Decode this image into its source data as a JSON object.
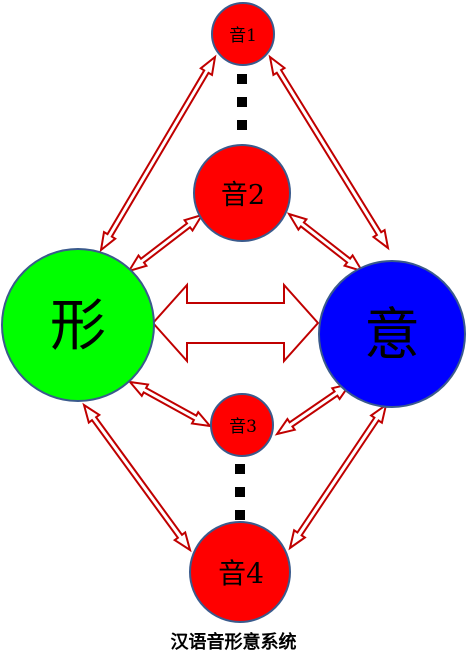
{
  "colors": {
    "sound": "#ff0000",
    "form": "#00ff00",
    "meaning": "#0000ff",
    "outline": "#3a5a8c",
    "arrow": "#c00000",
    "dots": "#000000"
  },
  "nodes": {
    "sound1": "音1",
    "sound2": "音2",
    "sound3": "音3",
    "sound4": "音4",
    "form": "形",
    "meaning": "意"
  },
  "caption": "汉语音形意系统"
}
